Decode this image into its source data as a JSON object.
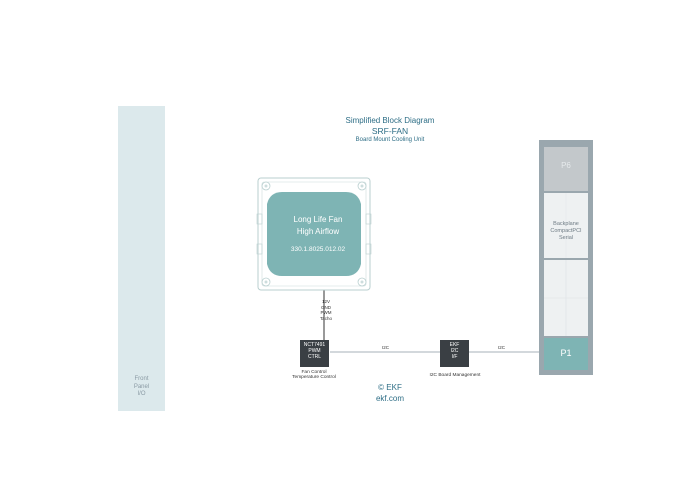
{
  "header": {
    "title": "Simplified Block Diagram",
    "product": "SRF-FAN",
    "subtitle": "Board Mount Cooling Unit"
  },
  "front_panel": {
    "label_lines": [
      "Front",
      "Panel",
      "I/O"
    ]
  },
  "fan": {
    "line1": "Long Life Fan",
    "line2": "High Airflow",
    "part_number": "330.1.8025.012.02"
  },
  "fan_signals": [
    "12V",
    "GND",
    "PWM",
    "Tacho"
  ],
  "fan_controller": {
    "lines": [
      "NCT7491",
      "PWM",
      "CTRL"
    ],
    "caption_lines": [
      "Fan Control",
      "Temperature Control"
    ]
  },
  "bus_label_1": "I2C",
  "i2c_interface": {
    "lines": [
      "EKF",
      "I2C",
      "I/F"
    ],
    "caption": "I2C Board Management"
  },
  "bus_label_2": "I2C",
  "backplane": {
    "p6_label": "P6",
    "label_lines": [
      "Backplane",
      "CompactPCI",
      "Serial"
    ],
    "p1_label": "P1"
  },
  "copyright": {
    "line1": "© EKF",
    "line2": "ekf.com"
  },
  "colors": {
    "accent_teal": "#2e6e86",
    "fan_body": "#7eb4b4",
    "chip": "#3a3f44",
    "front_panel": "#dce9ec",
    "rack_frame": "#9aa7ae"
  }
}
